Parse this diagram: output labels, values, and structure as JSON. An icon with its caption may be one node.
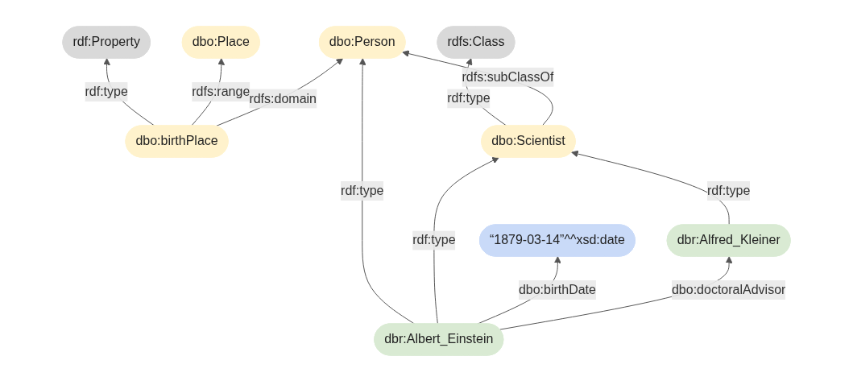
{
  "diagram": {
    "nodes": [
      {
        "text": [
          "rdf:Property"
        ]
      },
      {
        "text": [
          "rdfs:Class"
        ]
      },
      {
        "text": [
          "dbo:Place"
        ]
      },
      {
        "text": [
          "dbo:birthPlace"
        ]
      },
      {
        "text": [
          "dbo:Person"
        ]
      },
      {
        "text": [
          "dbo:Scientist"
        ]
      },
      {
        "text": [
          "“1879-03-14”^^xsd:date"
        ]
      },
      {
        "text": [
          "dbr:Albert_Einstein"
        ]
      },
      {
        "text": [
          "dbr:Alfred_Kleiner"
        ]
      }
    ],
    "edges": [
      {
        "from": 3,
        "to": 0,
        "arrow": "to",
        "label": "rdf:type"
      },
      {
        "from": 5,
        "to": 1,
        "arrow": "to",
        "label": "rdf:type"
      },
      {
        "from": 3,
        "to": 2,
        "arrow": "to",
        "label": "rdfs:range"
      },
      {
        "from": 3,
        "to": 4,
        "arrow": "to",
        "label": "rdfs:domain"
      },
      {
        "from": 5,
        "to": 4,
        "arrow": "to",
        "label": "rdfs:subClassOf"
      },
      {
        "from": 7,
        "to": 4,
        "arrow": "to",
        "label": "rdf:type"
      },
      {
        "from": 7,
        "to": 5,
        "arrow": "to",
        "label": "rdf:type"
      },
      {
        "from": 8,
        "to": 5,
        "arrow": "to",
        "label": "rdf:type"
      },
      {
        "from": 7,
        "to": 6,
        "arrow": "to",
        "label": "dbo:birthDate"
      },
      {
        "from": 7,
        "to": 8,
        "arrow": "to",
        "label": "dbo:doctoralAdvisor"
      }
    ]
  }
}
